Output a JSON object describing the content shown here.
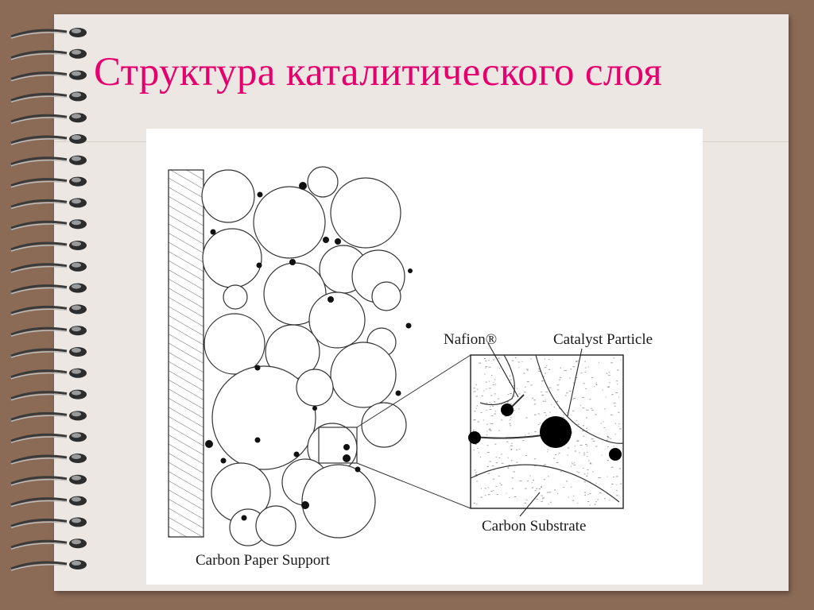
{
  "slide": {
    "title": "Структура каталитического слоя"
  },
  "diagram": {
    "labels": {
      "nafion": "Nafion®",
      "catalyst_particle": "Catalyst Particle",
      "carbon_substrate": "Carbon Substrate",
      "carbon_paper_support": "Carbon Paper Support"
    }
  },
  "colors": {
    "title": "#e6006e",
    "frame": "#8b6b56",
    "paper": "#ece7e2"
  }
}
